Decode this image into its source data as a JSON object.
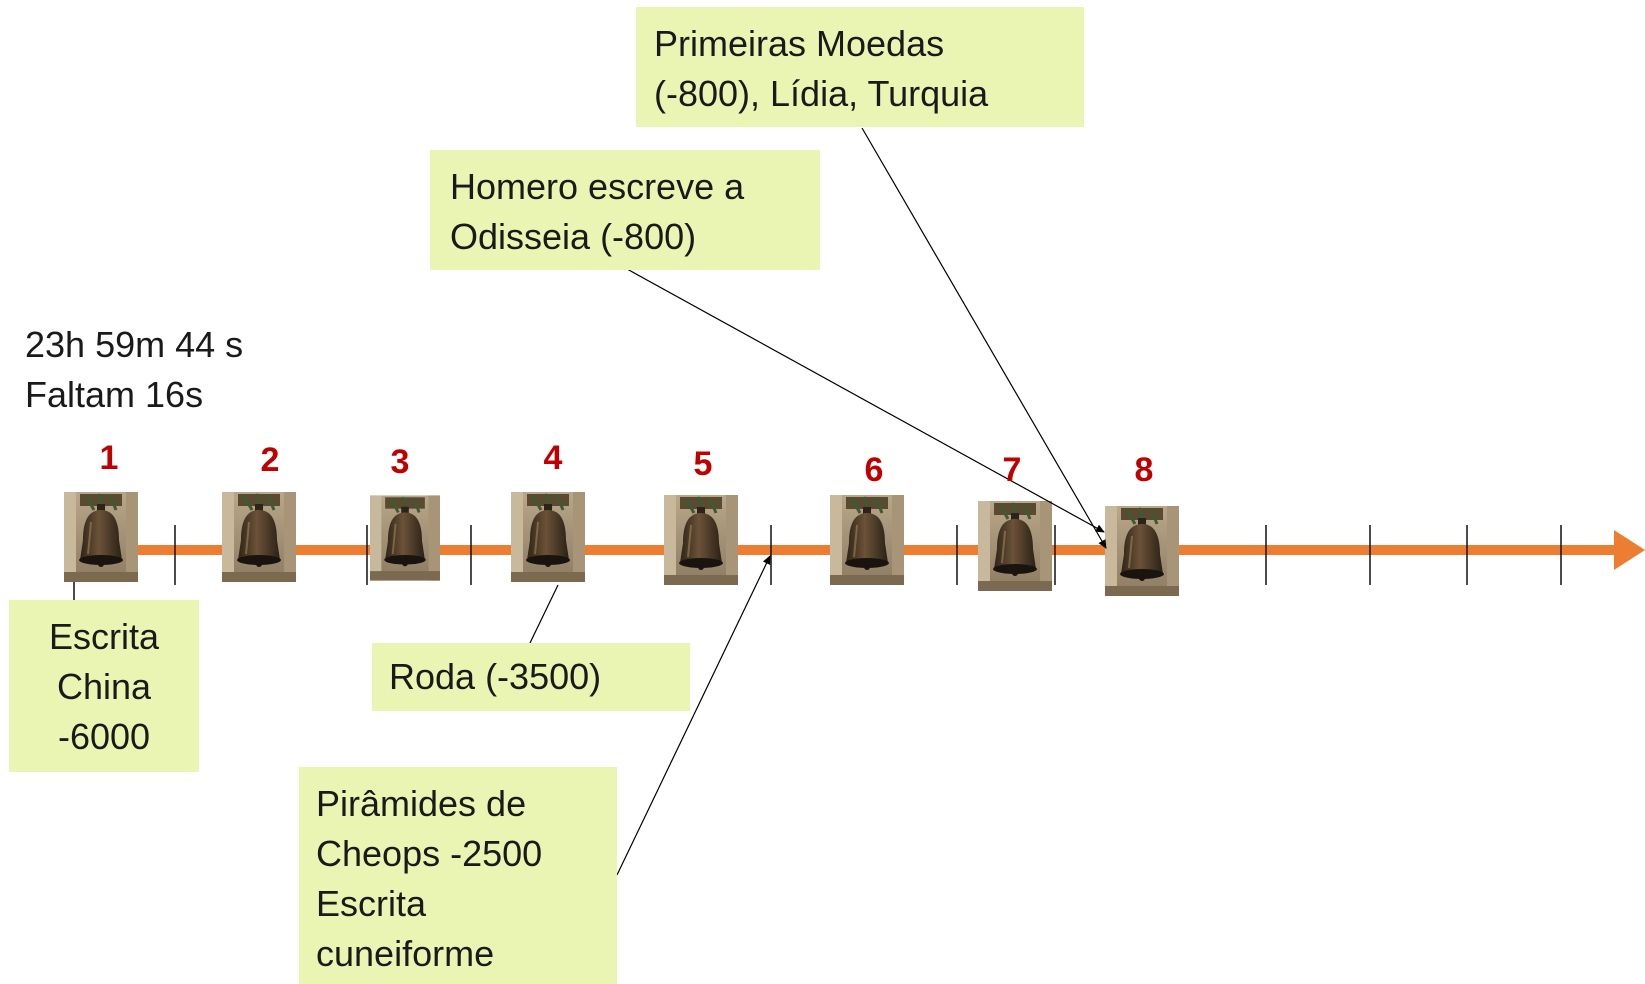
{
  "timer": {
    "time": "23h 59m 44 s",
    "remaining": "Faltam 16s"
  },
  "markers": [
    "1",
    "2",
    "3",
    "4",
    "5",
    "6",
    "7",
    "8"
  ],
  "events": {
    "moedas": [
      "Primeiras Moedas",
      "(-800), Lídia, Turquia"
    ],
    "homero": [
      "Homero escreve a",
      "Odisseia (-800)"
    ],
    "escrita_china": [
      "Escrita",
      "China",
      "-6000"
    ],
    "roda": [
      "Roda (-3500)"
    ],
    "piramides": [
      "Pirâmides de",
      "Cheops  -2500",
      "Escrita",
      "cuneiforme"
    ]
  },
  "colors": {
    "timeline": "#ed7d31",
    "box_fill": "#ebf5b3",
    "marker_number": "#c00000",
    "text": "#1a1a1a"
  },
  "icons": {
    "marker": "bell-icon"
  }
}
